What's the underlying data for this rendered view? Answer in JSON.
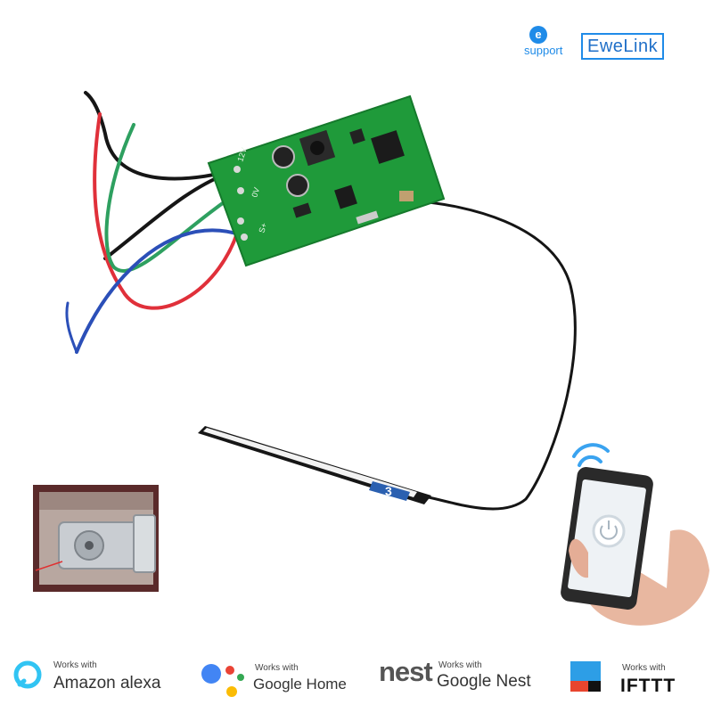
{
  "logo": {
    "badge_letter": "e",
    "support_text": "support",
    "brand_text": "EweLink"
  },
  "board": {
    "silkscreen": [
      "12V",
      "0V",
      "S+"
    ]
  },
  "antenna": {
    "marking": "3"
  },
  "works_with": [
    {
      "id": "alexa",
      "small": "Works with",
      "big": "Amazon alexa",
      "accent": "#31c4f3"
    },
    {
      "id": "google-home",
      "small": "Works with",
      "big": "Google Home",
      "accent": "#4285f4"
    },
    {
      "id": "google-nest",
      "small": "Works with",
      "big": "Google Nest",
      "logo_word": "nest",
      "accent": "#555555"
    },
    {
      "id": "ifttt",
      "small": "Works with",
      "big": "IFTTT",
      "accent": "#222222"
    }
  ],
  "colors": {
    "pcb": "#1f9a3a",
    "wire_black": "#161616",
    "wire_red": "#e0303a",
    "wire_green": "#2ea060",
    "wire_blue": "#2b4fb8",
    "ewelink_blue": "#1f8be8",
    "wifi": "#3aa3f0"
  },
  "icons": [
    "power-icon",
    "wifi-icon"
  ]
}
